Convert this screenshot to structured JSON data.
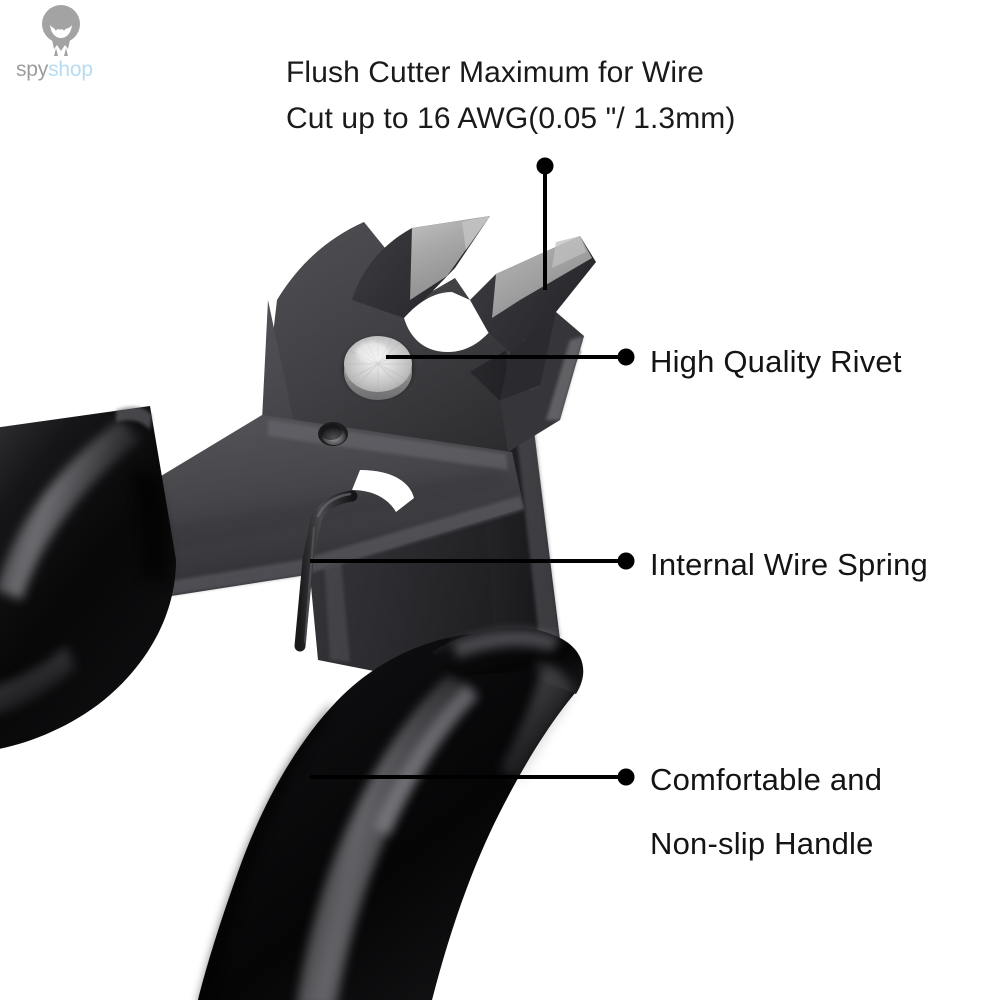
{
  "brand": {
    "mark_icon": "spy-mascot-icon",
    "name_primary": "spy",
    "name_secondary": "shop"
  },
  "headline": {
    "line1": "Flush Cutter Maximum for Wire",
    "line2": "Cut up to 16 AWG(0.05 \"/ 1.3mm)"
  },
  "callouts": [
    {
      "id": "rivet",
      "label": "High Quality Rivet",
      "marker_icon": "leader-dot-icon",
      "points_to": "rivet"
    },
    {
      "id": "spring",
      "label": "Internal Wire Spring",
      "marker_icon": "leader-dot-icon",
      "points_to": "wire-spring"
    },
    {
      "id": "handle",
      "label_line1": "Comfortable and",
      "label_line2": "Non-slip Handle",
      "marker_icon": "leader-dot-icon",
      "points_to": "handle-grip"
    },
    {
      "id": "jaw",
      "label": "",
      "marker_icon": "leader-dot-icon",
      "points_to": "cutting-jaw"
    }
  ],
  "product": {
    "name": "flush-cutter-pliers",
    "colors": {
      "background": "#ffffff",
      "jaw_body": "#46464a",
      "jaw_body_dark": "#303033",
      "bevel_light": "#a9a9a9",
      "bevel_mid": "#8d8d8f",
      "rivet_light": "#efefef",
      "rivet_mid": "#c9c9c9",
      "rivet_dark": "#8f8f90",
      "grip_black": "#0b0b0b",
      "grip_highlight": "#5e5e62",
      "leader_line": "#000000",
      "text": "#141414",
      "brand_gray": "#9d9d9d",
      "brand_blue": "#b7dcf2"
    }
  }
}
